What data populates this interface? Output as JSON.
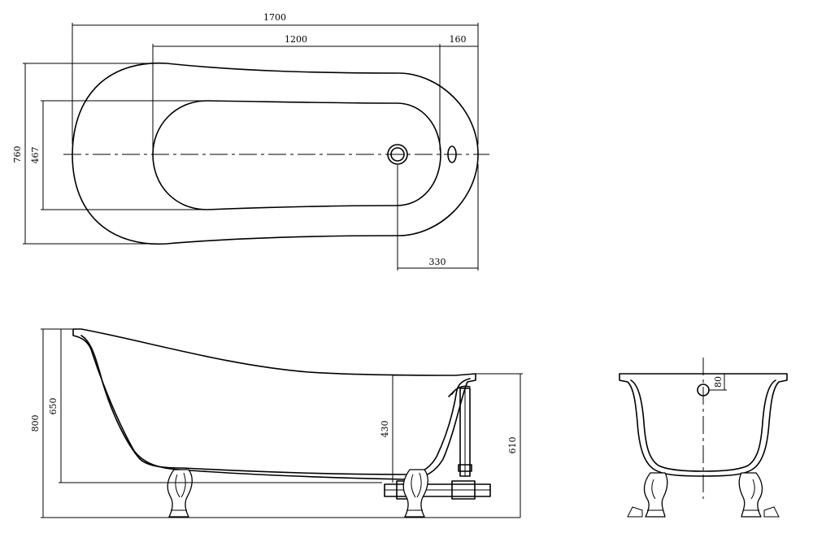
{
  "drawing": {
    "top_view": {
      "dim_overall_length": "1700",
      "dim_inner_length": "1200",
      "dim_end_offset": "160",
      "dim_overall_width": "760",
      "dim_inner_width": "467",
      "dim_drain_offset": "330"
    },
    "side_view": {
      "dim_total_height": "800",
      "dim_head_height": "650",
      "dim_foot_height": "430",
      "dim_faucet_height": "610"
    },
    "end_view": {
      "dim_rim_to_overflow": "80"
    }
  }
}
